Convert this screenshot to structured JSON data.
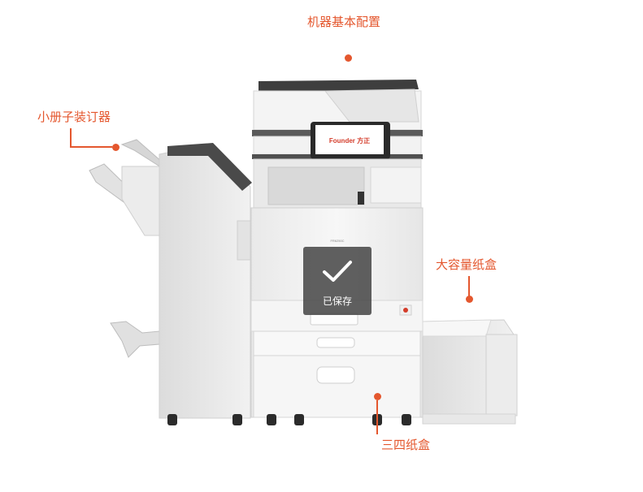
{
  "labels": {
    "base_config": "机器基本配置",
    "booklet_finisher": "小册子装订器",
    "large_capacity_tray": "大容量纸盒",
    "four_trays": "三四纸盒"
  },
  "brand": {
    "logo_text": "Founder 方正",
    "model_text": "FR6250C"
  },
  "toast": {
    "message": "已保存",
    "icon": "check-icon"
  },
  "colors": {
    "accent": "#e4572e",
    "toast_bg": "#464646"
  }
}
